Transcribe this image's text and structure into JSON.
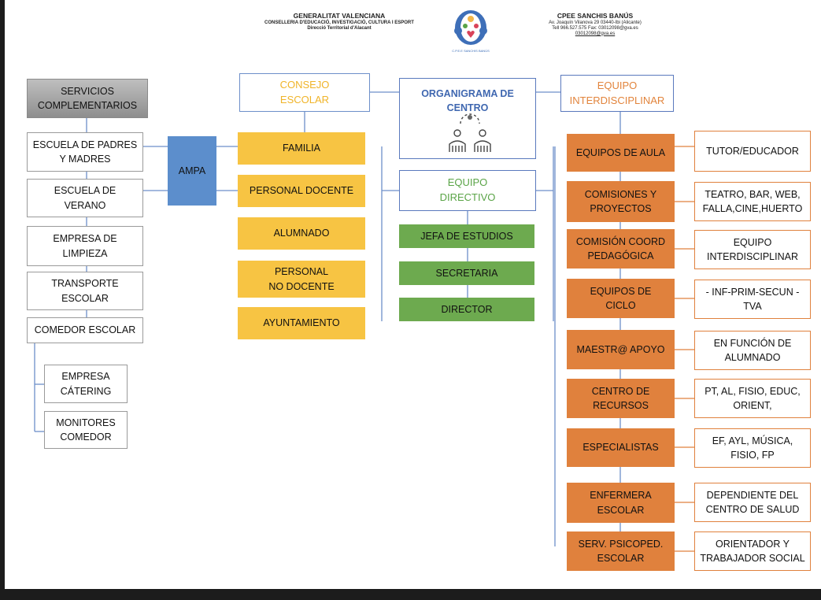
{
  "header": {
    "left": {
      "title": "GENERALITAT VALENCIANA",
      "line1": "CONSELLERIA D'EDUCACIÓ, INVESTIGACIÓ, CULTURA  I ESPORT",
      "line2": "Direcció Territorial d'Alacant"
    },
    "logo_caption": "C.P.E.E SANCHIS BANÚS",
    "right": {
      "title": "CPEE SANCHIS BANÚS",
      "line1": "Av. Joaquín Vilanova 29 03440-Ibi (Alicante)",
      "line2": "Tell 966.527.575   Fax: 03012098@gva.es",
      "line3": "03012098@gva.es"
    }
  },
  "center": {
    "title": "ORGANIGRAMA DE\nCENTRO",
    "people_icon": "people-group-icon",
    "consejo": "CONSEJO\nESCOLAR",
    "directivo": "EQUIPO\nDIRECTIVO",
    "directivo_members": [
      "JEFA DE ESTUDIOS",
      "SECRETARIA",
      "DIRECTOR"
    ]
  },
  "consejo_members": [
    "FAMILIA",
    "PERSONAL DOCENTE",
    "ALUMNADO",
    "PERSONAL\nNO DOCENTE",
    "AYUNTAMIENTO"
  ],
  "servicios": {
    "head": "SERVICIOS\nCOMPLEMENTARIOS",
    "items": [
      "ESCUELA DE PADRES\nY MADRES",
      "ESCUELA DE\nVERANO",
      "EMPRESA DE\nLIMPIEZA",
      "TRANSPORTE\nESCOLAR",
      "COMEDOR ESCOLAR"
    ],
    "comedor_sub": [
      "EMPRESA\nCÁTERING",
      "MONITORES\nCOMEDOR"
    ],
    "ampa": "AMPA"
  },
  "equipo": {
    "head": "EQUIPO\nINTERDISCIPLINAR",
    "rows": [
      {
        "name": "EQUIPOS DE AULA",
        "detail": "TUTOR/EDUCADOR"
      },
      {
        "name": "COMISIONES Y\nPROYECTOS",
        "detail": "TEATRO, BAR, WEB,\nFALLA,CINE,HUERTO"
      },
      {
        "name": "COMISIÓN COORD\nPEDAGÓGICA",
        "detail": "EQUIPO\nINTERDISCIPLINAR"
      },
      {
        "name": "EQUIPOS DE\nCICLO",
        "detail": "- INF-PRIM-SECUN     -\nTVA"
      },
      {
        "name": "MAESTR@ APOYO",
        "detail": "EN FUNCIÓN DE\nALUMNADO"
      },
      {
        "name": "CENTRO DE\nRECURSOS",
        "detail": "PT, AL, FISIO, EDUC,\nORIENT,"
      },
      {
        "name": "ESPECIALISTAS",
        "detail": "EF, AYL, MÚSICA,\nFISIO, FP"
      },
      {
        "name": "ENFERMERA\nESCOLAR",
        "detail": "DEPENDIENTE DEL\nCENTRO DE SALUD"
      },
      {
        "name": "SERV. PSICOPED.\nESCOLAR",
        "detail": "ORIENTADOR Y\nTRABAJADOR SOCIAL"
      }
    ]
  },
  "colors": {
    "yellow": "#f7c443",
    "orange": "#e0813d",
    "green": "#6daa4f",
    "blue": "#5c8ecc",
    "line": "#6d8fc9"
  }
}
